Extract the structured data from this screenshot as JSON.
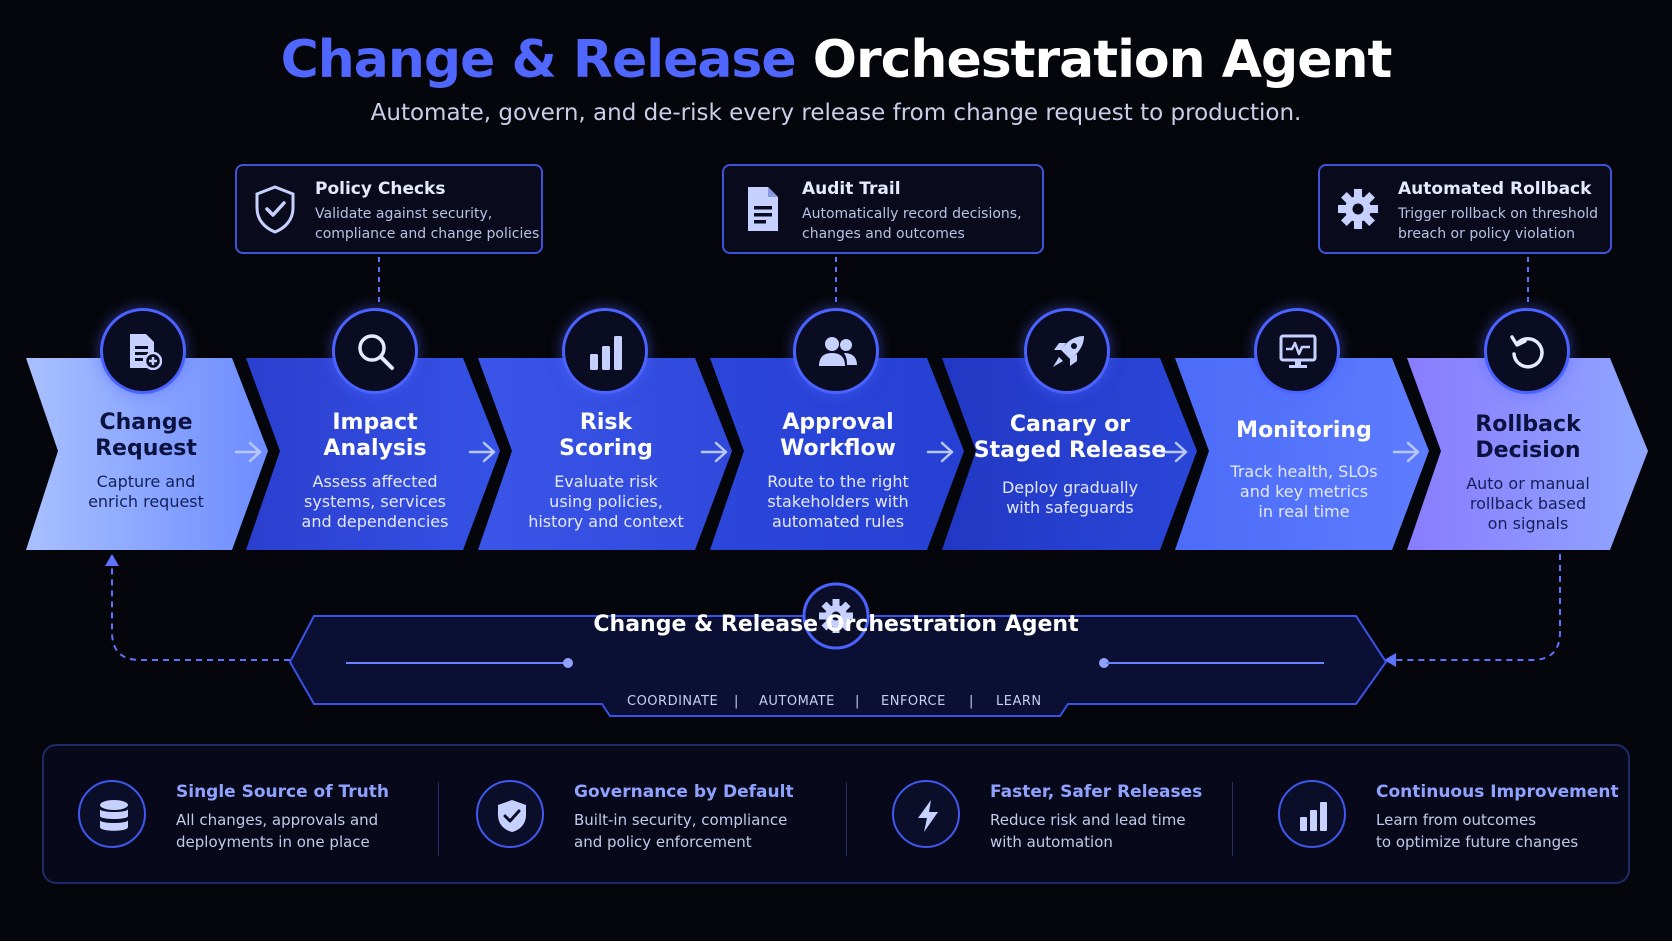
{
  "title": {
    "part1": "Change & Release",
    "part2": "Orchestration Agent"
  },
  "subtitle": "Automate, govern, and de-risk every release from change request to production.",
  "callouts": [
    {
      "icon": "shield-check-icon",
      "title": "Policy Checks",
      "desc1": "Validate against security,",
      "desc2": "compliance and change policies"
    },
    {
      "icon": "document-icon",
      "title": "Audit Trail",
      "desc1": "Automatically record decisions,",
      "desc2": "changes and outcomes"
    },
    {
      "icon": "gear-icon",
      "title": "Automated Rollback",
      "desc1": "Trigger rollback on threshold",
      "desc2": "breach or policy violation"
    }
  ],
  "stages": [
    {
      "icon": "document-plus-icon",
      "name1": "Change",
      "name2": "Request",
      "desc": [
        "Capture and",
        "enrich request"
      ]
    },
    {
      "icon": "search-icon",
      "name1": "Impact",
      "name2": "Analysis",
      "desc": [
        "Assess affected",
        "systems, services",
        "and dependencies"
      ]
    },
    {
      "icon": "bar-chart-icon",
      "name1": "Risk",
      "name2": "Scoring",
      "desc": [
        "Evaluate risk",
        "using policies,",
        "history and context"
      ]
    },
    {
      "icon": "users-icon",
      "name1": "Approval",
      "name2": "Workflow",
      "desc": [
        "Route to the right",
        "stakeholders with",
        "automated rules"
      ]
    },
    {
      "icon": "rocket-icon",
      "name1": "Canary or",
      "name2": "Staged Release",
      "desc": [
        "Deploy gradually",
        "with safeguards"
      ]
    },
    {
      "icon": "monitor-icon",
      "name1": "Monitoring",
      "name2": "",
      "desc": [
        "Track health, SLOs",
        "and key metrics",
        "in real time"
      ]
    },
    {
      "icon": "rollback-icon",
      "name1": "Rollback",
      "name2": "Decision",
      "desc": [
        "Auto or manual",
        "rollback based",
        "on signals"
      ]
    }
  ],
  "agent": {
    "title": "Change & Release Orchestration Agent",
    "tags": [
      "COORDINATE",
      "AUTOMATE",
      "ENFORCE",
      "LEARN"
    ],
    "separator": "|"
  },
  "benefits": [
    {
      "icon": "database-icon",
      "title": "Single Source of Truth",
      "desc1": "All changes, approvals and",
      "desc2": "deployments in one place"
    },
    {
      "icon": "shield-check-icon",
      "title": "Governance by Default",
      "desc1": "Built-in security, compliance",
      "desc2": "and policy enforcement"
    },
    {
      "icon": "lightning-icon",
      "title": "Faster, Safer Releases",
      "desc1": "Reduce risk and lead time",
      "desc2": "with automation"
    },
    {
      "icon": "bar-chart-icon",
      "title": "Continuous Improvement",
      "desc1": "Learn from outcomes",
      "desc2": "to optimize future changes"
    }
  ],
  "colors": {
    "accent": "#4f67ff",
    "stage_fills": [
      "#7d9bff",
      "#2c44d8",
      "#3551e4",
      "#2b45dc",
      "#2640d0",
      "#4e6cf6",
      "#8a8cff"
    ]
  }
}
